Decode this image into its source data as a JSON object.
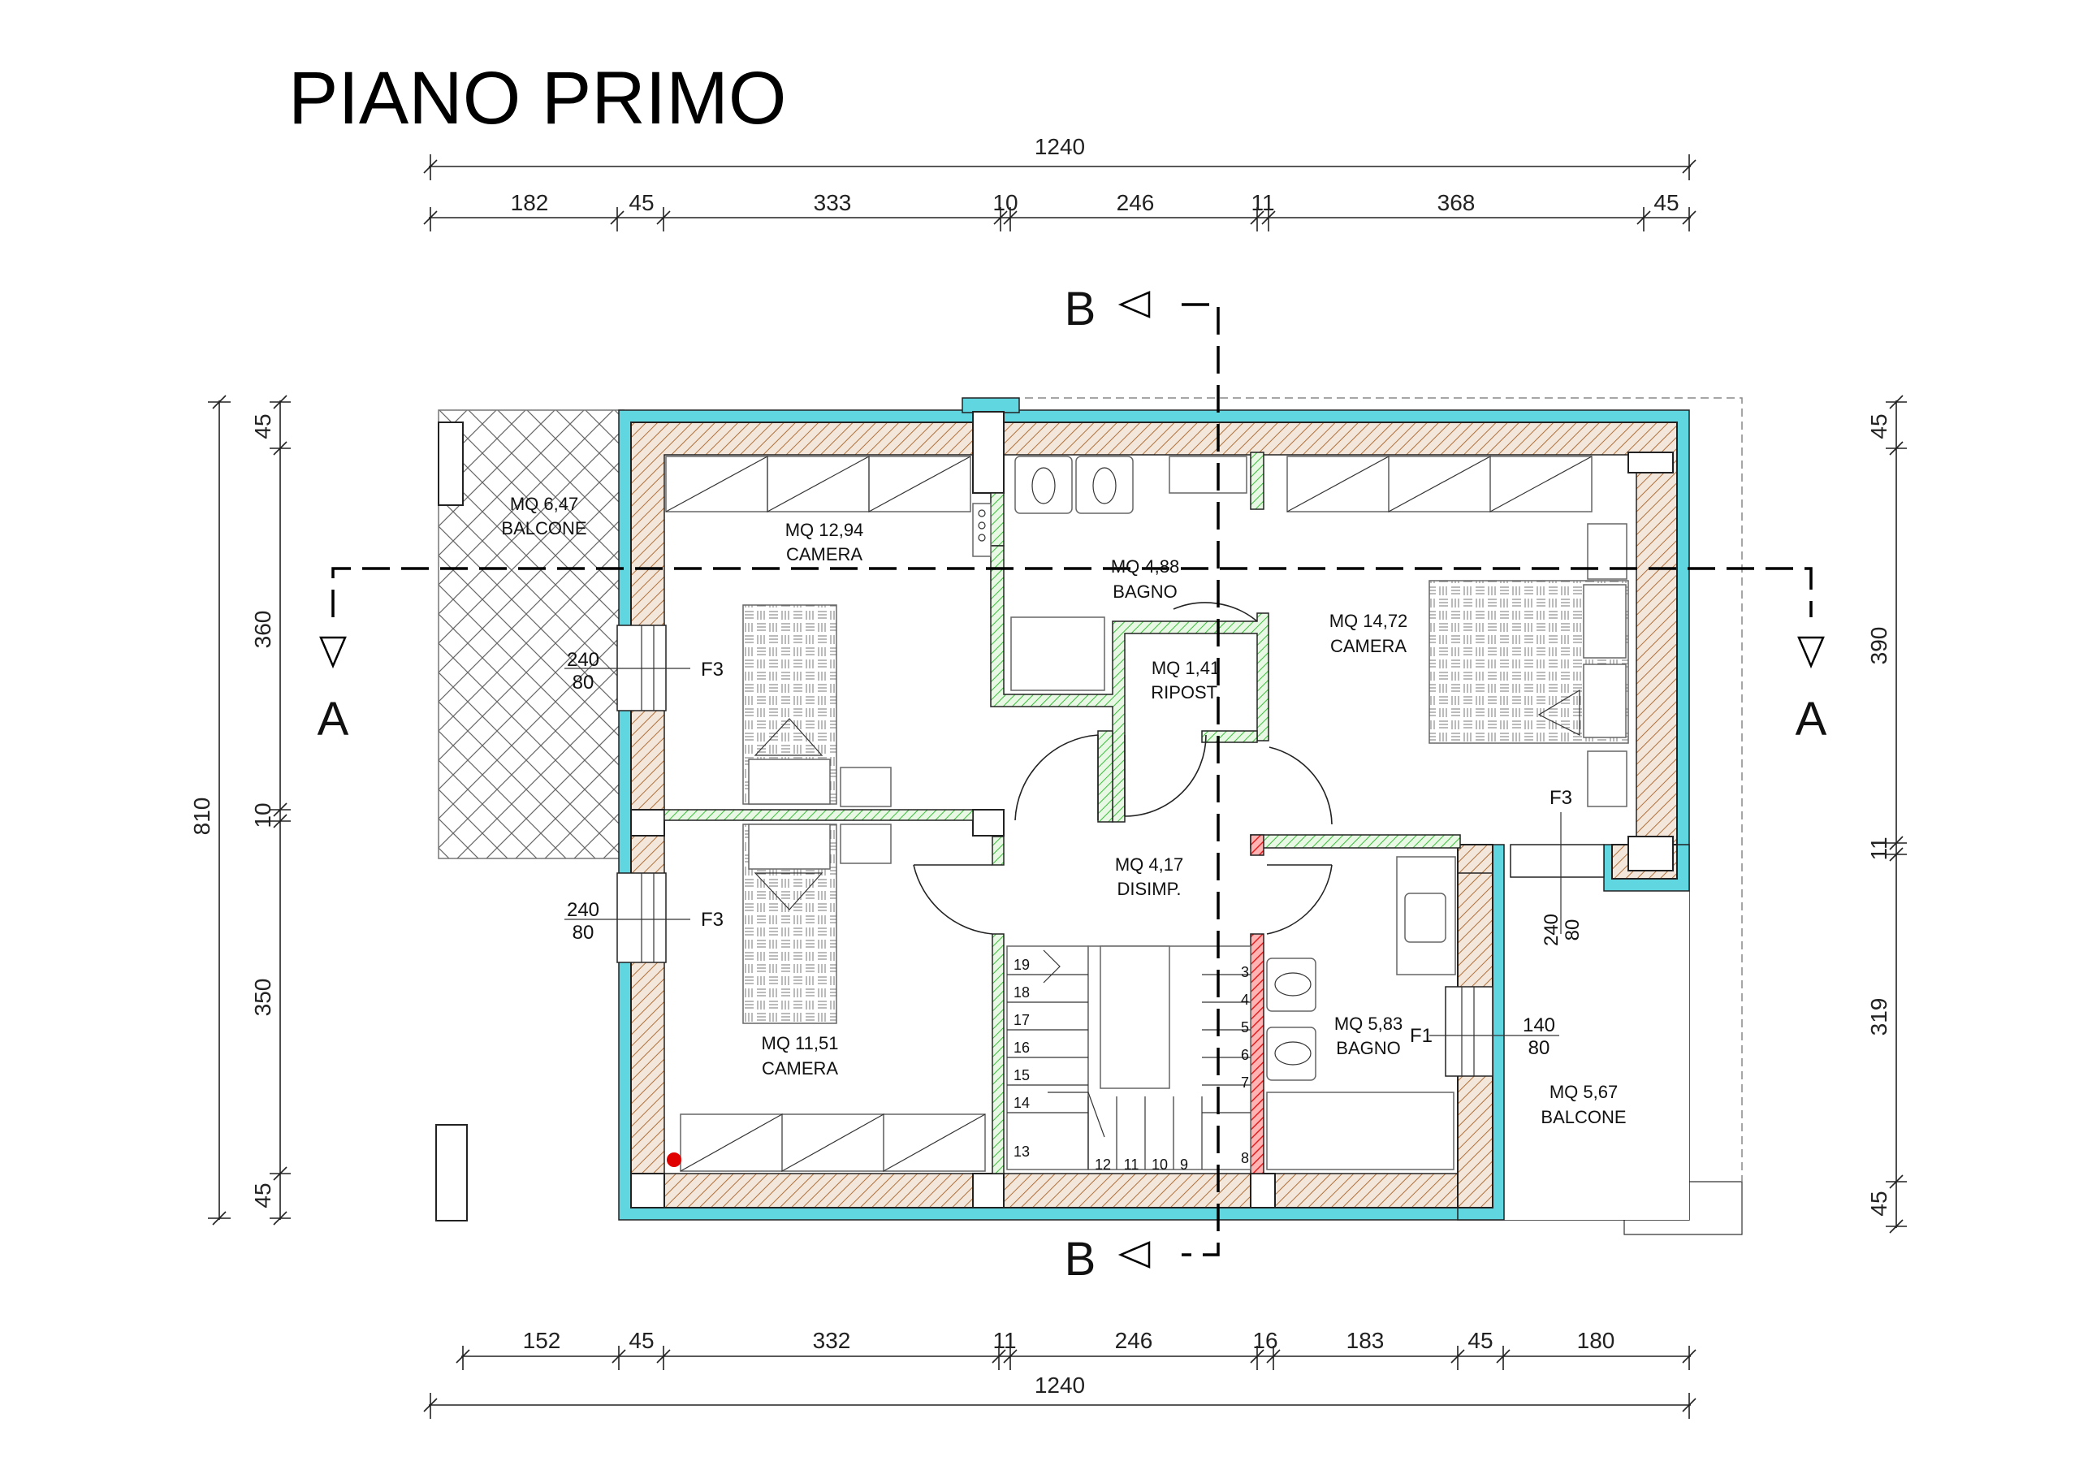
{
  "title": "PIANO PRIMO",
  "dims_top": {
    "overall": "1240",
    "segments": [
      "182",
      "45",
      "333",
      "10",
      "246",
      "11",
      "368",
      "45"
    ]
  },
  "dims_bottom": {
    "overall": "1240",
    "segments": [
      "152",
      "45",
      "332",
      "11",
      "246",
      "16",
      "183",
      "45",
      "180"
    ]
  },
  "dims_left": {
    "overall": "810",
    "segments": [
      "45",
      "360",
      "10",
      "350",
      "45"
    ]
  },
  "dims_right": {
    "segments": [
      "45",
      "390",
      "11",
      "319",
      "45"
    ]
  },
  "sections": {
    "a": "A",
    "b": "B"
  },
  "rooms": [
    {
      "area": "MQ 6,47",
      "name": "BALCONE"
    },
    {
      "area": "MQ 12,94",
      "name": "CAMERA"
    },
    {
      "area": "MQ 4,88",
      "name": "BAGNO"
    },
    {
      "area": "MQ 14,72",
      "name": "CAMERA"
    },
    {
      "area": "MQ 1,41",
      "name": "RIPOST."
    },
    {
      "area": "MQ 4,17",
      "name": "DISIMP."
    },
    {
      "area": "MQ 11,51",
      "name": "CAMERA"
    },
    {
      "area": "MQ 5,83",
      "name": "BAGNO"
    },
    {
      "area": "MQ 5,67",
      "name": "BALCONE"
    }
  ],
  "windows": [
    {
      "w": "240",
      "h": "80",
      "type": "F3"
    },
    {
      "w": "240",
      "h": "80",
      "type": "F3"
    },
    {
      "w": "240",
      "h": "80",
      "type": "F3"
    },
    {
      "w": "140",
      "h": "80",
      "type": "F1"
    }
  ],
  "stairs": {
    "left_flight": [
      "19",
      "18",
      "17",
      "16",
      "15",
      "14",
      "13"
    ],
    "bottom_flight": [
      "12",
      "11",
      "10",
      "9"
    ],
    "right_flight": [
      "3",
      "4",
      "5",
      "6",
      "7",
      "8"
    ]
  },
  "colors": {
    "insulation": "#5fd6e0",
    "masonry_hatch": "#b0703a",
    "partition_hatch": "#3bbf3b",
    "red_wall": "#e02020",
    "marker": "#e00000"
  }
}
